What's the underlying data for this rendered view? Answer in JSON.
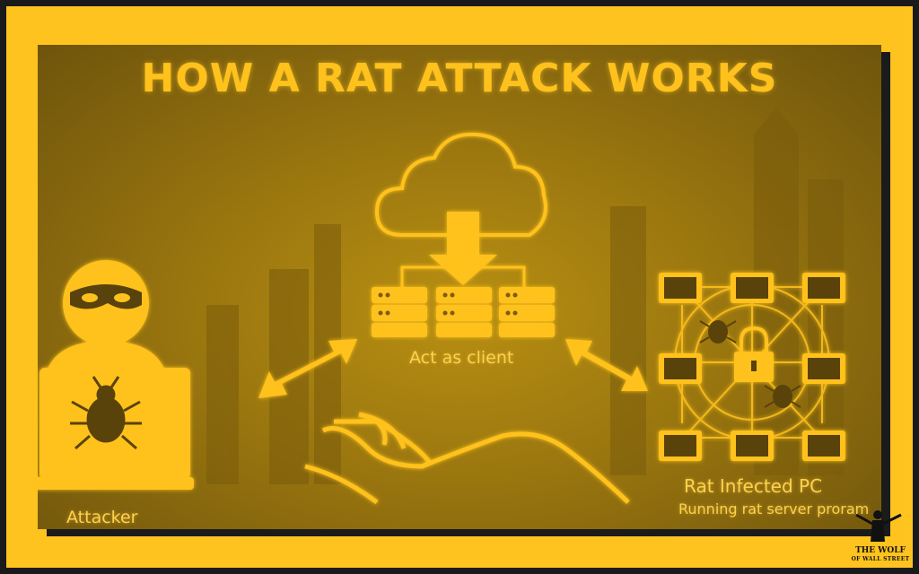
{
  "title": "HOW A RAT ATTACK WORKS",
  "labels": {
    "attacker": "Attacker",
    "client": "Act as client",
    "infected": "Rat Infected PC",
    "running": "Running rat server proram"
  },
  "logo": {
    "line1": "THE WOLF",
    "line2": "OF WALL STREET"
  },
  "colors": {
    "frame": "#ffc31f",
    "panel": "#9a760f",
    "glow": "#ffc21c"
  },
  "icons": [
    "attacker-icon",
    "laptop-icon",
    "bug-icon",
    "cloud-icon",
    "download-arrow-icon",
    "server-icon",
    "double-arrow-icon",
    "hand-icon",
    "monitor-icon",
    "lock-icon",
    "network-icon"
  ]
}
